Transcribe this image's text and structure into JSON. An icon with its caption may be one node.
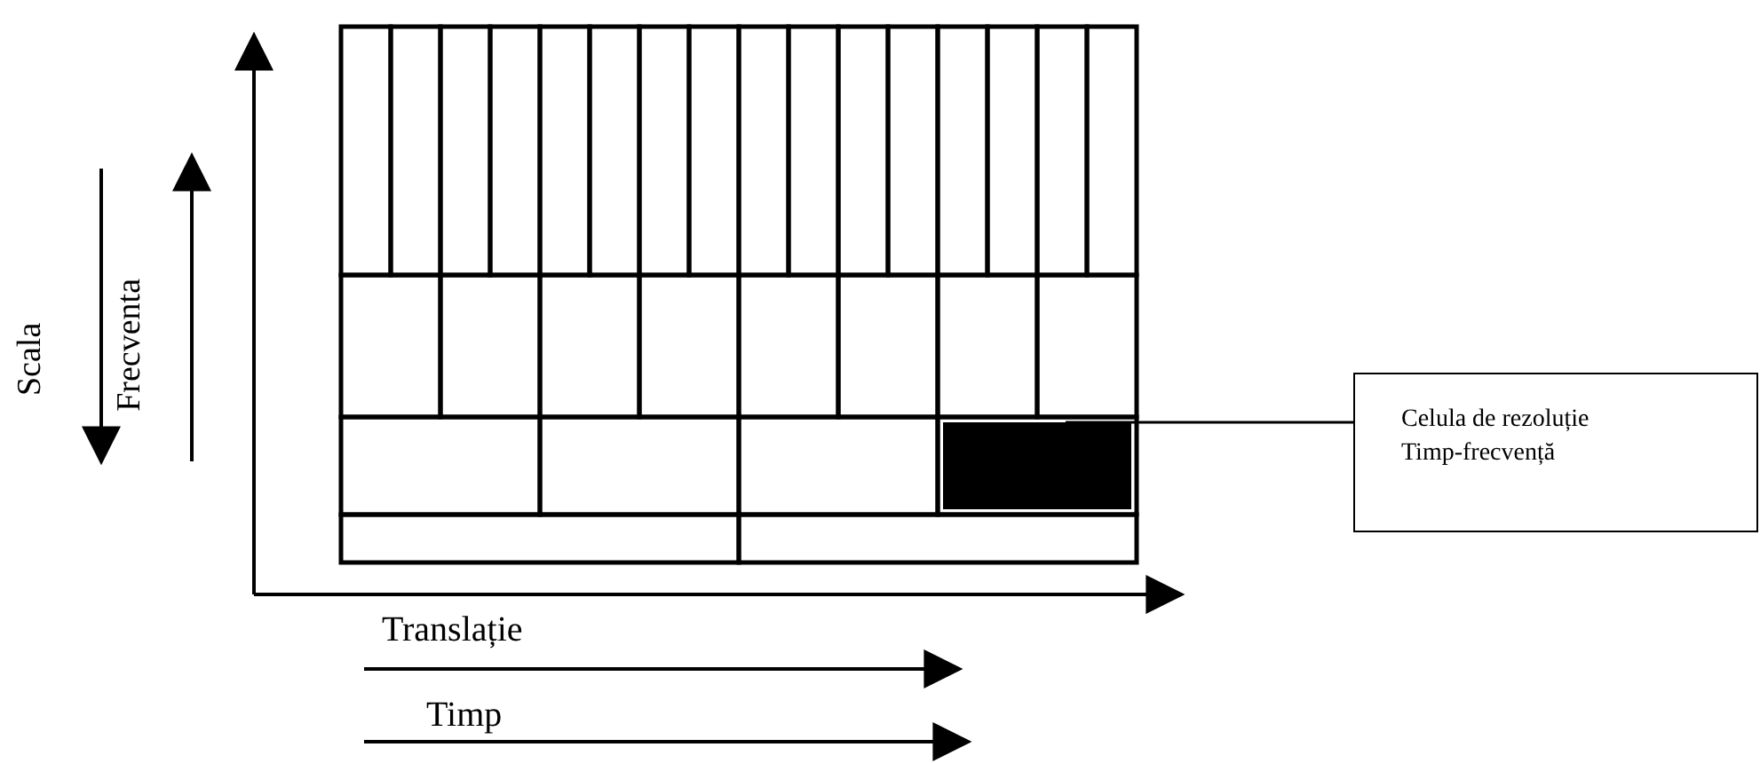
{
  "diagram": {
    "nodes": [
      {
        "text": [
          "Celula de rezoluție Timp-frecvență"
        ]
      },
      {
        "text": [],
        "shape": "box"
      }
    ],
    "edges": [
      {
        "from": 0,
        "to": 1,
        "arrow": "none"
      }
    ],
    "labels": [
      "Scala",
      "Frecventa",
      "Translație",
      "Timp"
    ]
  }
}
